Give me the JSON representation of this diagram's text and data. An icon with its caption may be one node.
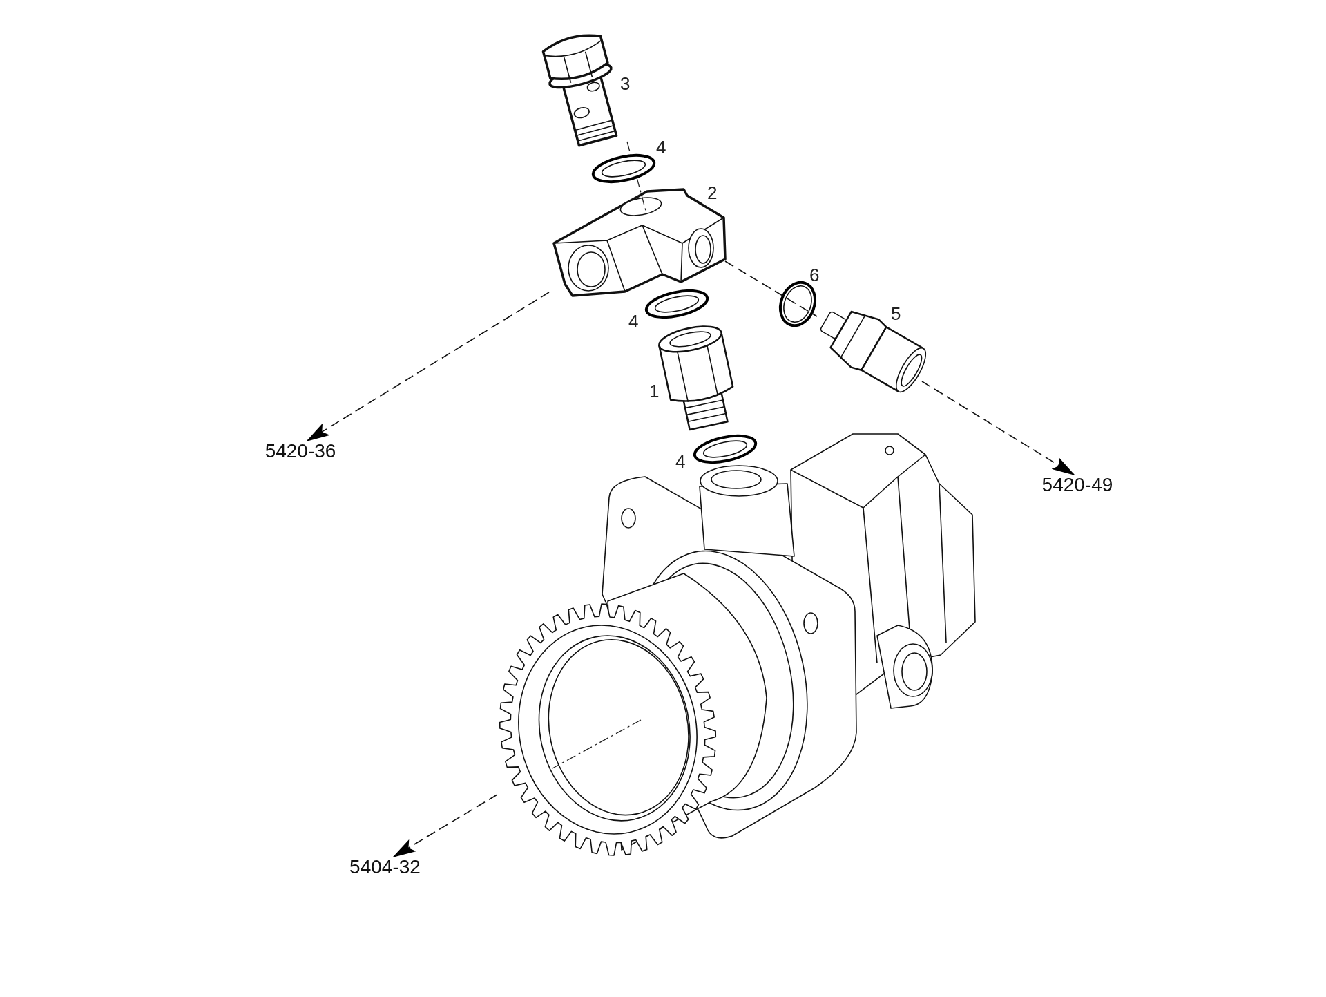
{
  "diagram": {
    "nodes": [
      {
        "text": [],
        "shape": "picture"
      },
      {
        "text": [
          "5420-36"
        ]
      },
      {
        "text": [],
        "shape": "picture"
      },
      {
        "text": [
          "5420-49"
        ]
      },
      {
        "text": [],
        "shape": "picture"
      },
      {
        "text": [
          "5404-32"
        ]
      }
    ],
    "edges": [
      {
        "from": 0,
        "to": 1,
        "arrow": "to",
        "style": "dashed"
      },
      {
        "from": 2,
        "to": 3,
        "arrow": "to",
        "style": "dashed"
      },
      {
        "from": 0,
        "to": 2,
        "arrow": "none",
        "style": "dashed"
      },
      {
        "from": 4,
        "to": 5,
        "arrow": "to",
        "style": "dashed"
      }
    ],
    "labels": [
      "3",
      "4",
      "2",
      "6",
      "4",
      "5",
      "1",
      "4"
    ]
  }
}
